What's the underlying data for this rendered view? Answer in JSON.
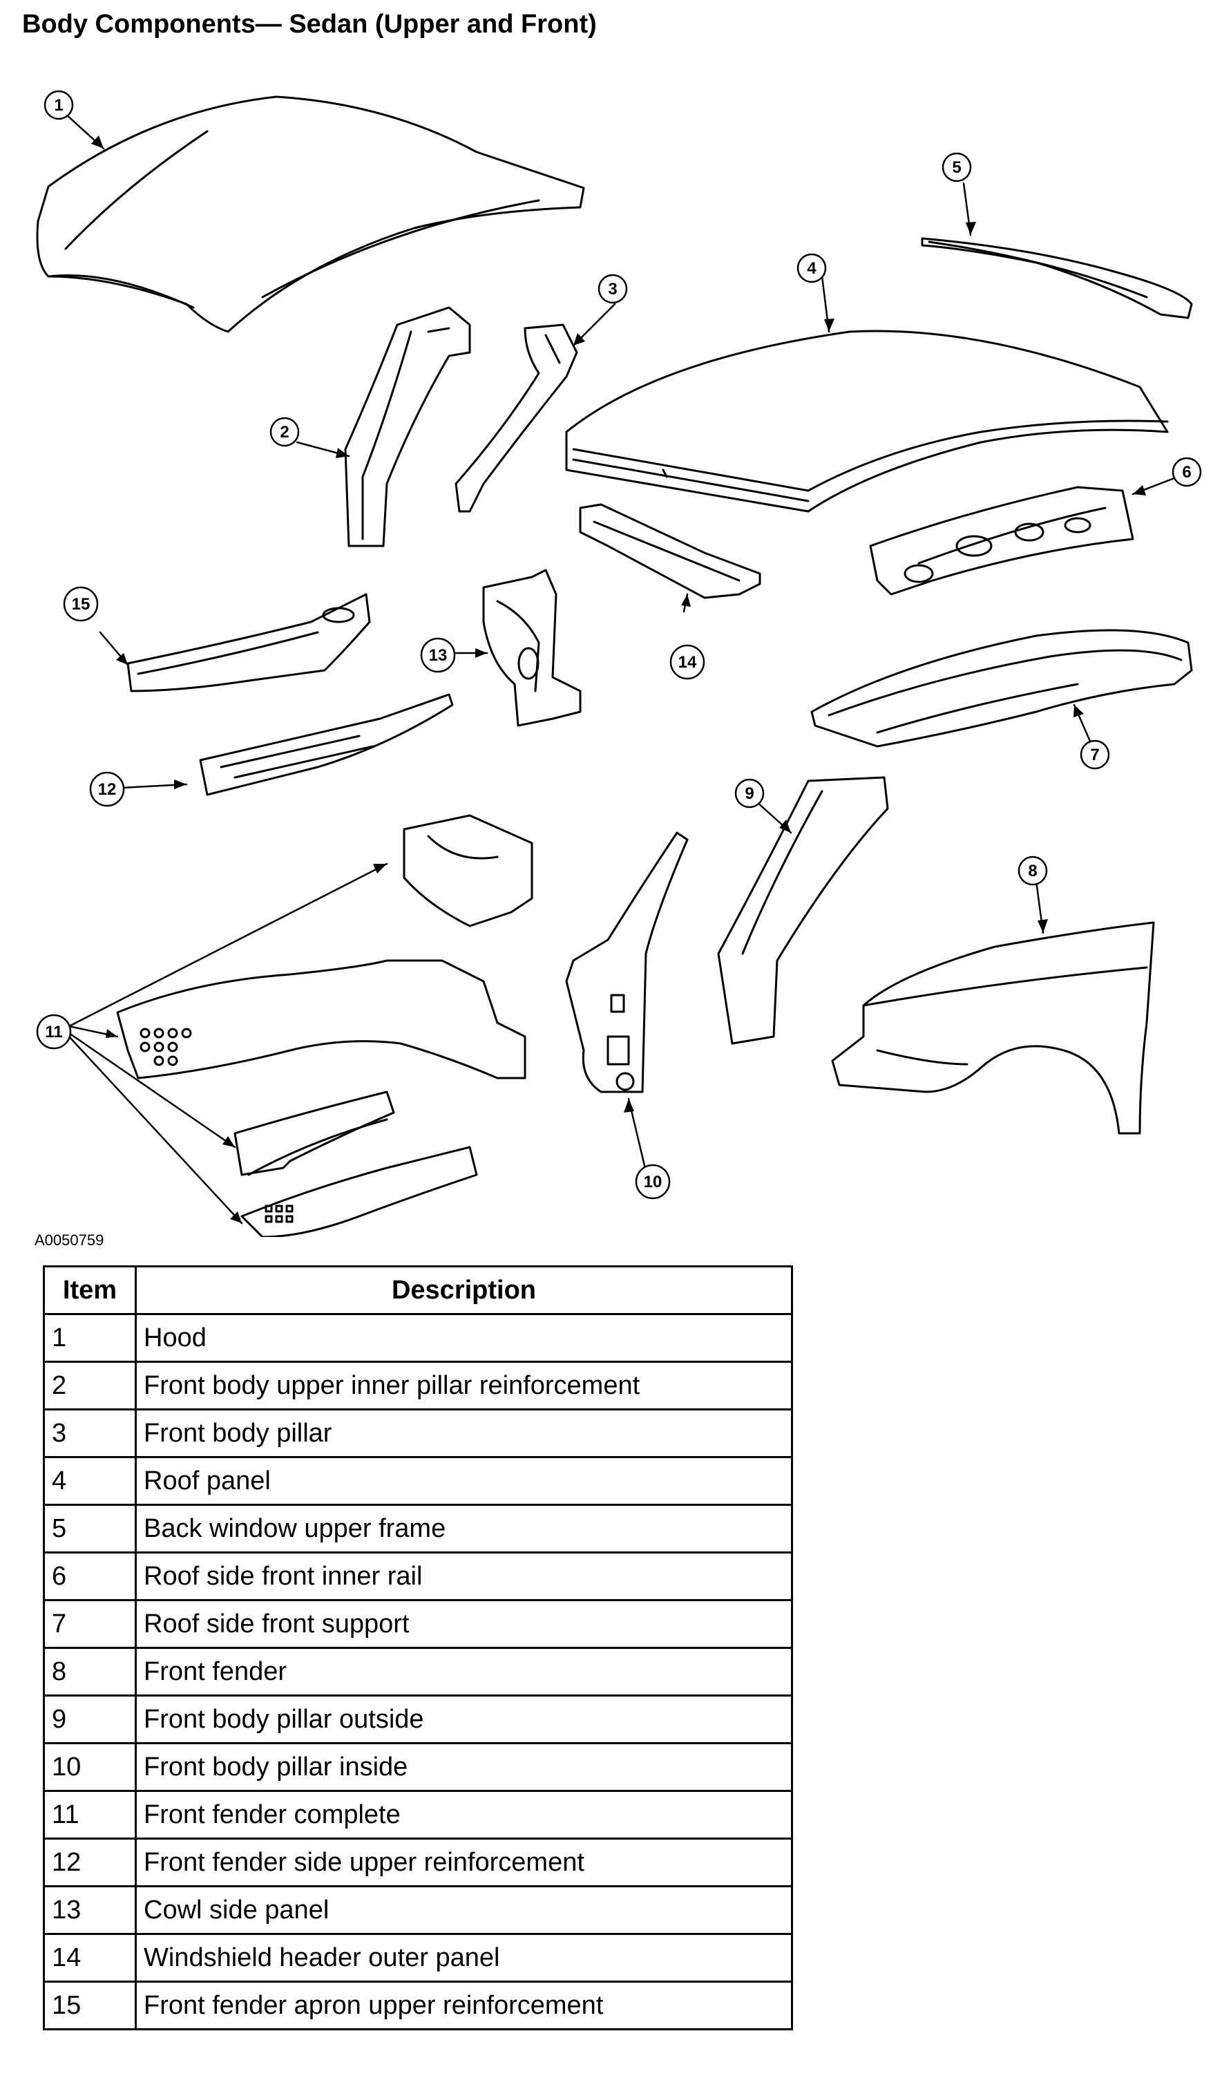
{
  "title": "Body Components— Sedan (Upper and Front)",
  "reference_code": "A0050759",
  "table": {
    "headers": [
      "Item",
      "Description"
    ],
    "rows": [
      {
        "item": "1",
        "description": "Hood"
      },
      {
        "item": "2",
        "description": "Front body upper inner pillar reinforcement"
      },
      {
        "item": "3",
        "description": "Front body pillar"
      },
      {
        "item": "4",
        "description": "Roof panel"
      },
      {
        "item": "5",
        "description": "Back window upper frame"
      },
      {
        "item": "6",
        "description": "Roof side front inner rail"
      },
      {
        "item": "7",
        "description": "Roof side front support"
      },
      {
        "item": "8",
        "description": "Front fender"
      },
      {
        "item": "9",
        "description": "Front body pillar outside"
      },
      {
        "item": "10",
        "description": "Front body pillar inside"
      },
      {
        "item": "11",
        "description": "Front fender complete"
      },
      {
        "item": "12",
        "description": "Front fender side upper reinforcement"
      },
      {
        "item": "13",
        "description": "Cowl side panel"
      },
      {
        "item": "14",
        "description": "Windshield header outer panel"
      },
      {
        "item": "15",
        "description": "Front fender apron upper reinforcement"
      }
    ]
  },
  "callouts": [
    "1",
    "2",
    "3",
    "4",
    "5",
    "6",
    "7",
    "8",
    "9",
    "10",
    "11",
    "12",
    "13",
    "14",
    "15"
  ]
}
